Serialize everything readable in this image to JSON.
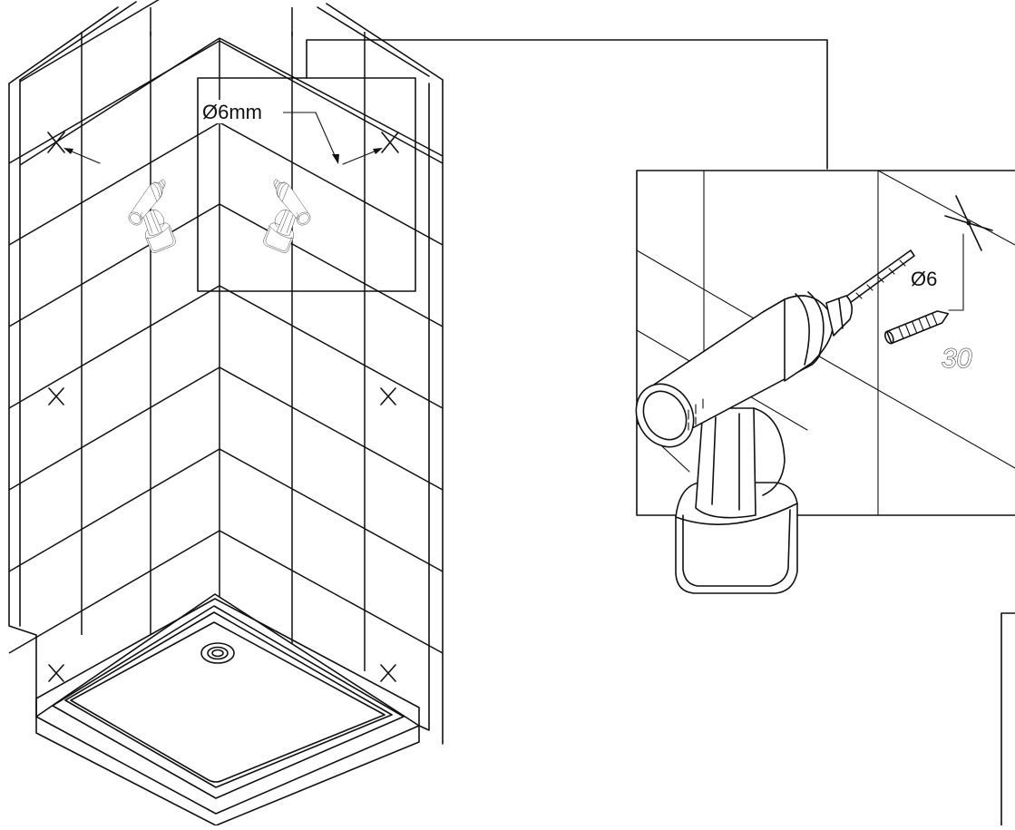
{
  "callouts": {
    "detail_diameter": "Ø6mm",
    "bit_diameter": "Ø6",
    "plug_length": "30"
  },
  "colors": {
    "ink": "#111111",
    "paper": "#ffffff"
  },
  "icons": [
    "drill-icon",
    "wall-plug-icon",
    "drill-mark-icon",
    "shower-tray-icon",
    "drain-icon"
  ]
}
